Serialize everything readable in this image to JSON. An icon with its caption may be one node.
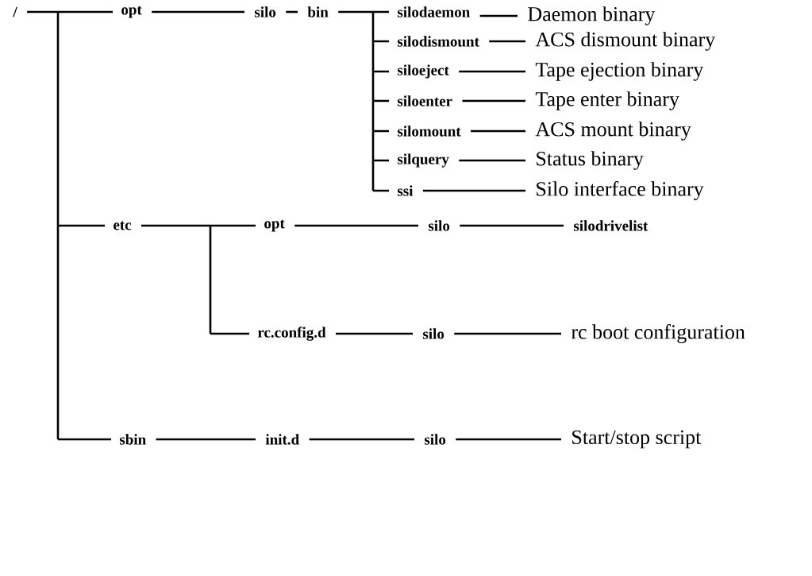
{
  "diagram": {
    "nodes": [
      {
        "text": [
          "/"
        ]
      },
      {
        "text": [
          "opt"
        ]
      },
      {
        "text": [
          "silo"
        ]
      },
      {
        "text": [
          "bin"
        ]
      },
      {
        "text": [
          "silodaemon"
        ]
      },
      {
        "text": [
          "silodismount"
        ]
      },
      {
        "text": [
          "siloeject"
        ]
      },
      {
        "text": [
          "siloenter"
        ]
      },
      {
        "text": [
          "silomount"
        ]
      },
      {
        "text": [
          "silquery"
        ]
      },
      {
        "text": [
          "ssi"
        ]
      },
      {
        "text": [
          "Daemon binary"
        ]
      },
      {
        "text": [
          "ACS dismount binary"
        ]
      },
      {
        "text": [
          "Tape ejection binary"
        ]
      },
      {
        "text": [
          "Tape enter binary"
        ]
      },
      {
        "text": [
          "ACS mount binary"
        ]
      },
      {
        "text": [
          "Status binary"
        ]
      },
      {
        "text": [
          "Silo interface binary"
        ]
      },
      {
        "text": [
          "etc"
        ]
      },
      {
        "text": [
          "opt"
        ]
      },
      {
        "text": [
          "silo"
        ]
      },
      {
        "text": [
          "silodrivelist"
        ]
      },
      {
        "text": [
          "rc.config.d"
        ]
      },
      {
        "text": [
          "silo"
        ]
      },
      {
        "text": [
          "rc boot configuration"
        ]
      },
      {
        "text": [
          "sbin"
        ]
      },
      {
        "text": [
          "init.d"
        ]
      },
      {
        "text": [
          "silo"
        ]
      },
      {
        "text": [
          "Start/stop script"
        ]
      }
    ],
    "edges": [
      {
        "from": 0,
        "to": 1,
        "arrow": "none"
      },
      {
        "from": 0,
        "to": 18,
        "arrow": "none"
      },
      {
        "from": 0,
        "to": 25,
        "arrow": "none"
      },
      {
        "from": 1,
        "to": 2,
        "arrow": "none"
      },
      {
        "from": 2,
        "to": 3,
        "arrow": "none"
      },
      {
        "from": 3,
        "to": 4,
        "arrow": "none"
      },
      {
        "from": 3,
        "to": 5,
        "arrow": "none"
      },
      {
        "from": 3,
        "to": 6,
        "arrow": "none"
      },
      {
        "from": 3,
        "to": 7,
        "arrow": "none"
      },
      {
        "from": 3,
        "to": 8,
        "arrow": "none"
      },
      {
        "from": 3,
        "to": 9,
        "arrow": "none"
      },
      {
        "from": 3,
        "to": 10,
        "arrow": "none"
      },
      {
        "from": 4,
        "to": 11,
        "arrow": "none"
      },
      {
        "from": 5,
        "to": 12,
        "arrow": "none"
      },
      {
        "from": 6,
        "to": 13,
        "arrow": "none"
      },
      {
        "from": 7,
        "to": 14,
        "arrow": "none"
      },
      {
        "from": 8,
        "to": 15,
        "arrow": "none"
      },
      {
        "from": 9,
        "to": 16,
        "arrow": "none"
      },
      {
        "from": 10,
        "to": 17,
        "arrow": "none"
      },
      {
        "from": 18,
        "to": 19,
        "arrow": "none"
      },
      {
        "from": 18,
        "to": 22,
        "arrow": "none"
      },
      {
        "from": 19,
        "to": 20,
        "arrow": "none"
      },
      {
        "from": 20,
        "to": 21,
        "arrow": "none"
      },
      {
        "from": 22,
        "to": 23,
        "arrow": "none"
      },
      {
        "from": 23,
        "to": 24,
        "arrow": "none"
      },
      {
        "from": 25,
        "to": 26,
        "arrow": "none"
      },
      {
        "from": 26,
        "to": 27,
        "arrow": "none"
      },
      {
        "from": 27,
        "to": 28,
        "arrow": "none"
      }
    ]
  }
}
